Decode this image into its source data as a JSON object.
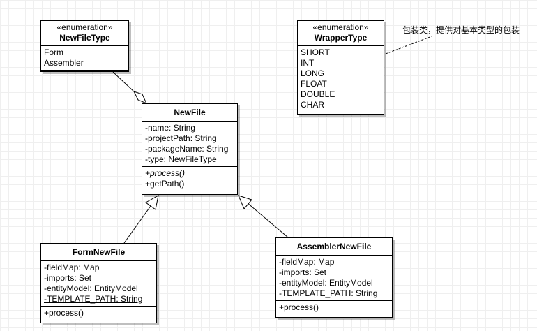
{
  "diagram": {
    "classes": {
      "newfiletype": {
        "stereotype": "«enumeration»",
        "name": "NewFileType",
        "values": [
          "Form",
          "Assembler"
        ]
      },
      "wrappertype": {
        "stereotype": "«enumeration»",
        "name": "WrapperType",
        "values": [
          "SHORT",
          "INT",
          "LONG",
          "FLOAT",
          "DOUBLE",
          "CHAR"
        ]
      },
      "newfile": {
        "name": "NewFile",
        "attributes": [
          "-name: String",
          "-projectPath: String",
          "-packageName: String",
          "-type: NewFileType"
        ],
        "operations": [
          "+process()",
          "+getPath()"
        ]
      },
      "formnewfile": {
        "name": "FormNewFile",
        "attributes": [
          "-fieldMap: Map",
          "-imports: Set",
          "-entityModel: EntityModel",
          "-TEMPLATE_PATH: String"
        ],
        "operations": [
          "+process()"
        ]
      },
      "assemblernewfile": {
        "name": "AssemblerNewFile",
        "attributes": [
          "-fieldMap: Map",
          "-imports: Set",
          "-entityModel: EntityModel",
          "-TEMPLATE_PATH: String"
        ],
        "operations": [
          "+process()"
        ]
      }
    },
    "note": "包装类，提供对基本类型的包装"
  }
}
